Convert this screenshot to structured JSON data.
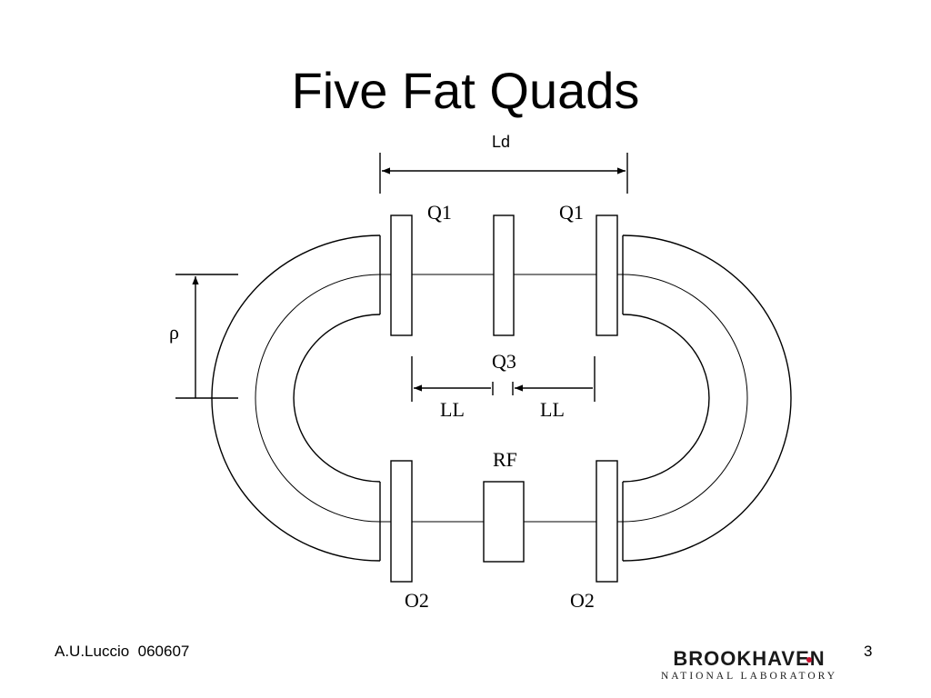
{
  "slide": {
    "title": "Five Fat Quads",
    "footer_author": "A.U.Luccio  060607",
    "page_number": "3"
  },
  "logo": {
    "name": "BROOKHAVEN",
    "subtitle": "NATIONAL LABORATORY",
    "accent_color": "#c8102e"
  },
  "diagram": {
    "labels": {
      "ld": "Ld",
      "q1_left": "Q1",
      "q1_right": "Q1",
      "rho": "ρ",
      "q3": "Q3",
      "ll_left": "LL",
      "ll_right": "LL",
      "rf": "RF",
      "q2_left": "O2",
      "q2_right": "O2"
    }
  }
}
